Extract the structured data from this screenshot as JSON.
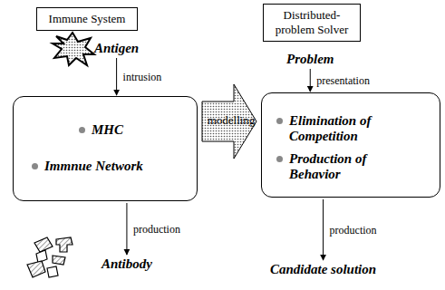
{
  "diagram": {
    "nodes": [
      {
        "text": [
          "Immune System"
        ]
      },
      {
        "text": [
          "Distributed-problem Solver"
        ]
      },
      {
        "text": [
          "Antigen"
        ]
      },
      {
        "text": [
          "Problem"
        ]
      },
      {
        "text": [
          "MHC",
          "Immnue Network"
        ]
      },
      {
        "text": [
          "modelling"
        ]
      },
      {
        "text": [
          "Elimination of Competition",
          "Production of Behavior"
        ]
      },
      {
        "text": [
          "Antibody"
        ]
      },
      {
        "text": [
          "Candidate solution"
        ]
      }
    ],
    "edges": [
      {
        "from": 2,
        "to": 4,
        "arrow": "to",
        "label": "intrusion"
      },
      {
        "from": 4,
        "to": 7,
        "arrow": "to",
        "label": "production"
      },
      {
        "from": 3,
        "to": 6,
        "arrow": "to",
        "label": "presentation"
      },
      {
        "from": 6,
        "to": 8,
        "arrow": "to",
        "label": "production"
      }
    ]
  }
}
